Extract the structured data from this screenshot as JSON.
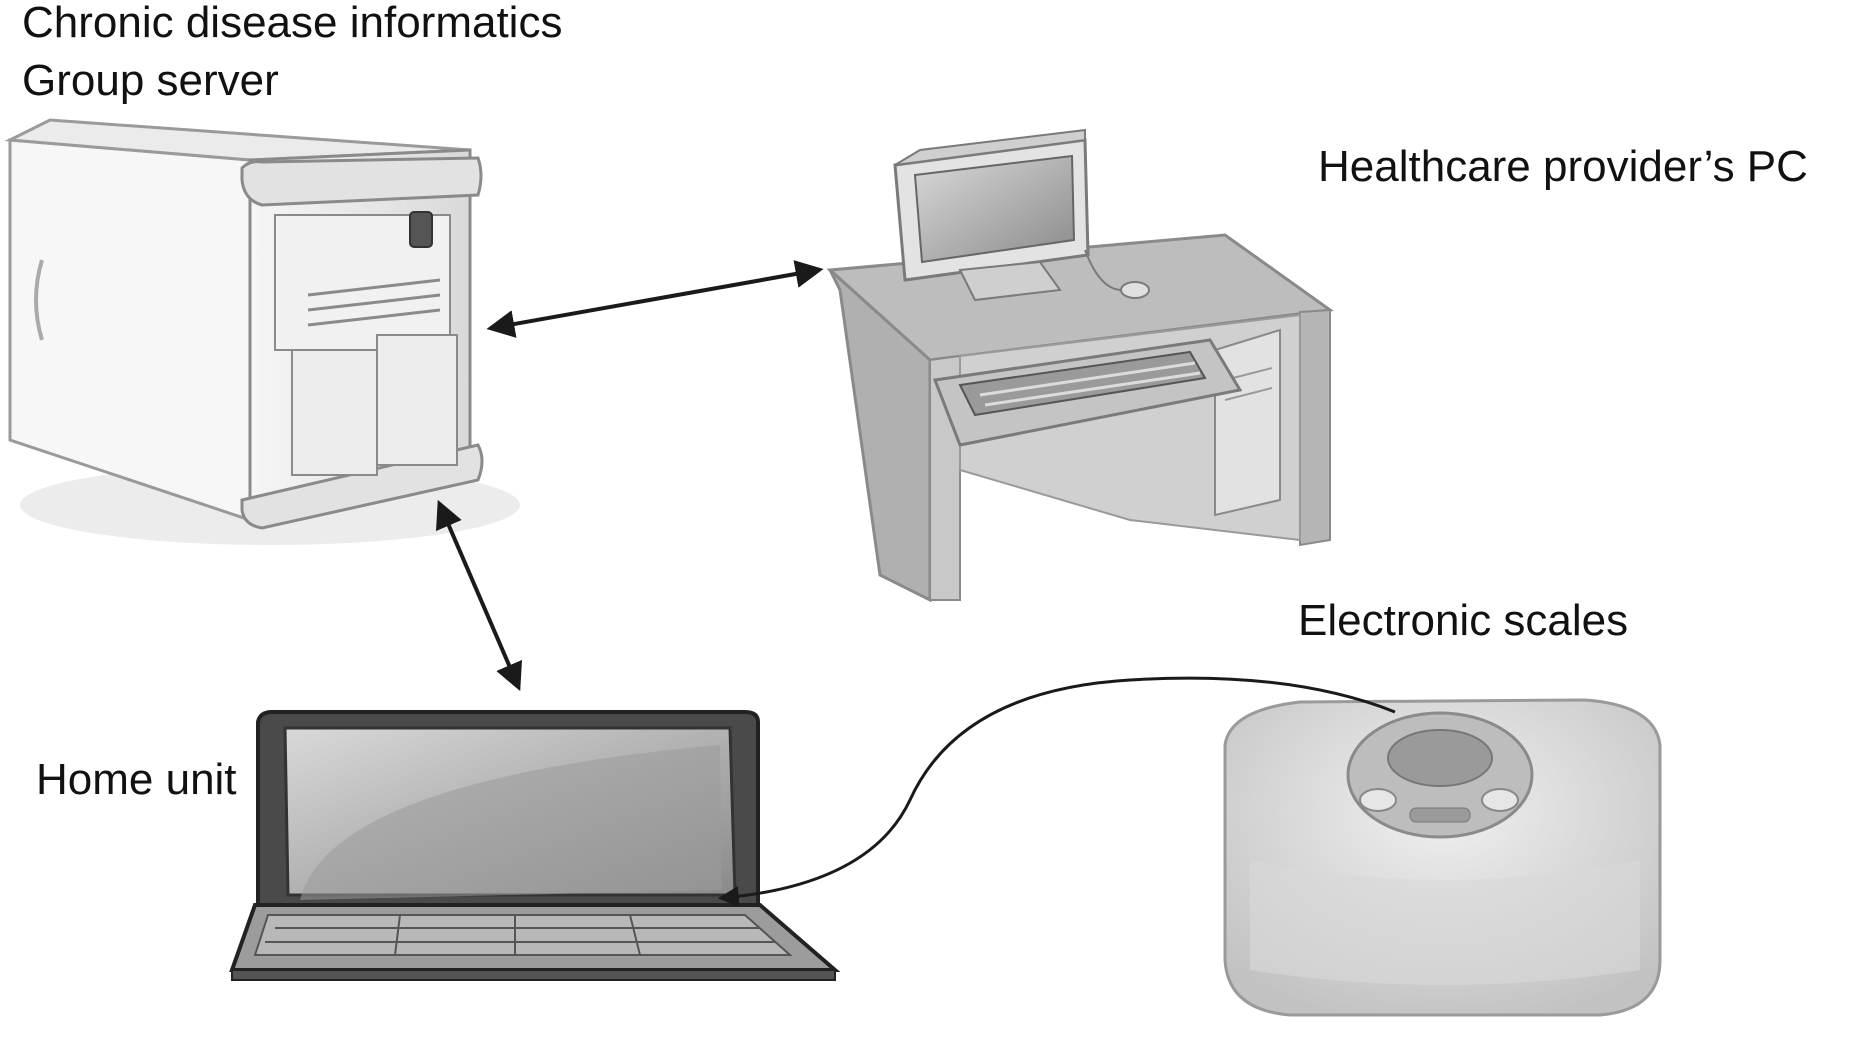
{
  "labels": {
    "server_line1": "Chronic disease informatics",
    "server_line2": "Group server",
    "provider_pc": "Healthcare provider’s PC",
    "scales": "Electronic scales",
    "home_unit": "Home unit"
  }
}
